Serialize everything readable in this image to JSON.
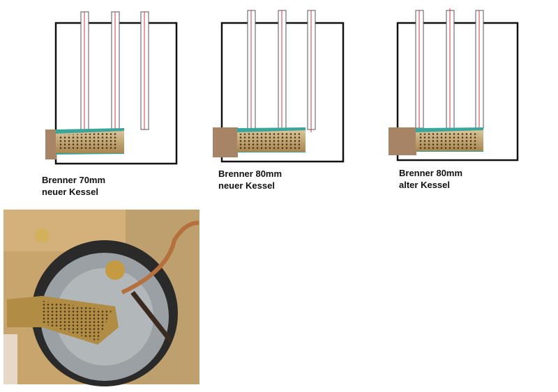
{
  "diagrams": [
    {
      "title": "Brenner 70mm",
      "subtitle": "neuer Kessel"
    },
    {
      "title": "Brenner 80mm",
      "subtitle": "neuer Kessel"
    },
    {
      "title": "Brenner 80mm",
      "subtitle": "alter Kessel"
    }
  ],
  "colors": {
    "outline": "#111111",
    "tube_line": "#d8343f",
    "burner": "#b8975e",
    "burner_block": "#a88466",
    "flame_tint": "#3aa59a"
  }
}
